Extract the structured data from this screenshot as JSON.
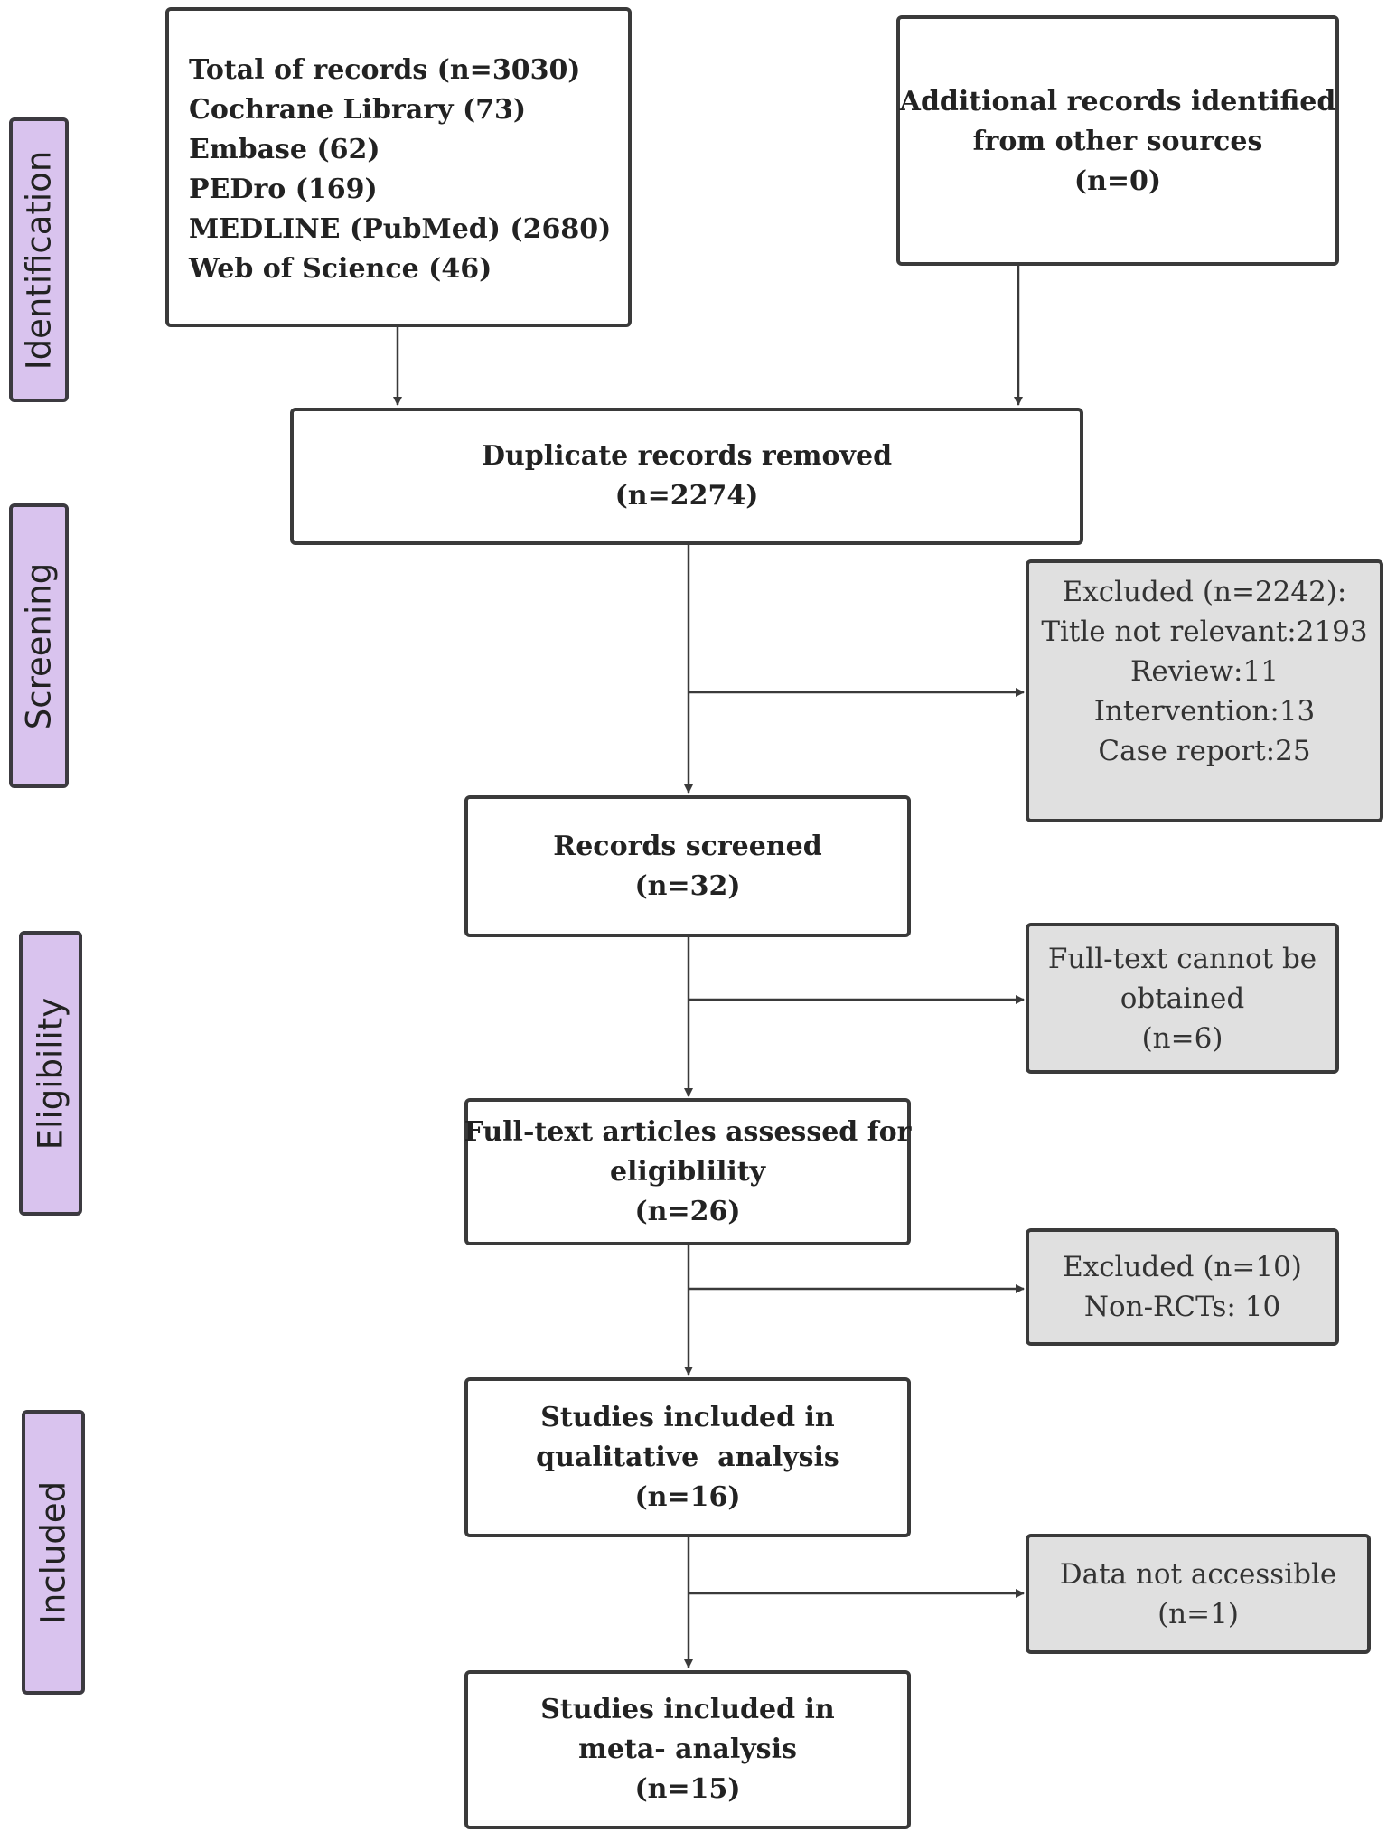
{
  "stages": {
    "identification": "Identification",
    "screening": "Screening",
    "eligibility": "Eligibility",
    "included": "Included"
  },
  "boxes": {
    "database_records": [
      "Total of records (n=3030)",
      "Cochrane Library (73)",
      "Embase (62)",
      "PEDro (169)",
      "MEDLINE (PubMed) (2680)",
      "Web of Science (46)"
    ],
    "additional_records": [
      "Additional records identified",
      "from other sources",
      "(n=0)"
    ],
    "duplicates_removed": [
      "Duplicate records removed",
      "(n=2274)"
    ],
    "excluded_screening": [
      "Excluded (n=2242):",
      "Title not relevant:2193",
      "Review:11",
      "Intervention:13",
      "Case report:25"
    ],
    "records_screened": [
      "Records screened",
      "(n=32)"
    ],
    "fulltext_unobtainable": [
      "Full-text cannot be",
      "obtained",
      "(n=6)"
    ],
    "fulltext_assessed": [
      "Full-text articles assessed for",
      "eligiblility",
      "(n=26)"
    ],
    "excluded_eligibility": [
      "Excluded (n=10)",
      "Non-RCTs: 10"
    ],
    "qualitative": [
      "Studies included in",
      "qualitative  analysis",
      "(n=16)"
    ],
    "data_not_accessible": [
      "Data not accessible",
      "(n=1)"
    ],
    "meta_analysis": [
      "Studies included in",
      "meta- analysis",
      "(n=15)"
    ]
  }
}
